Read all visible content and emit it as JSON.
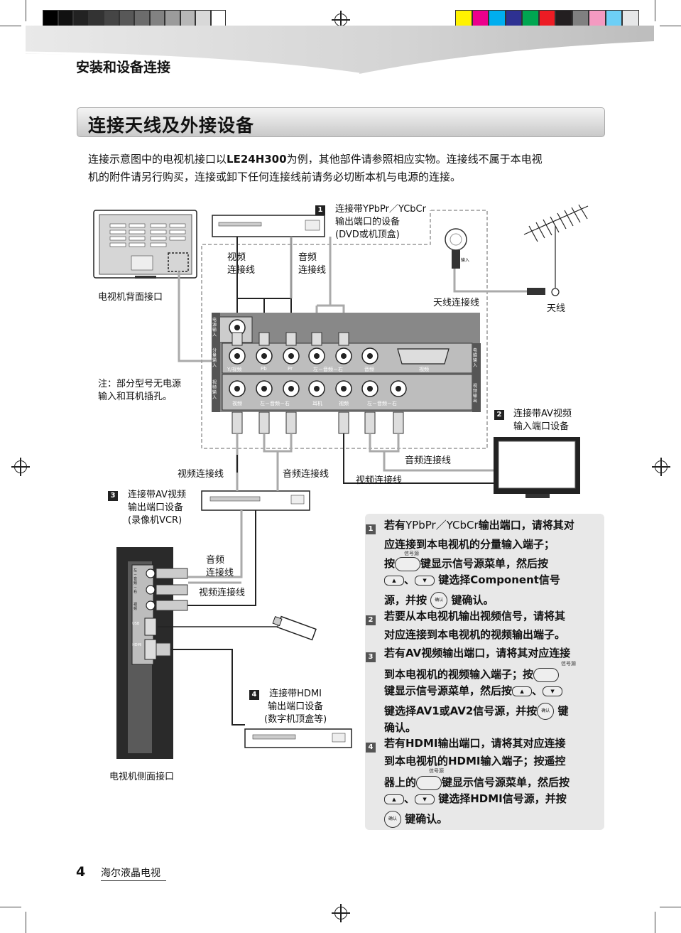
{
  "header": {
    "section_title": "安装和设备连接",
    "page_heading": "连接天线及外接设备",
    "swatches_gray": [
      "#000000",
      "#111111",
      "#222222",
      "#333333",
      "#454545",
      "#585858",
      "#6c6c6c",
      "#828282",
      "#9b9b9b",
      "#b7b7b7",
      "#d8d8d8",
      "#ffffff"
    ],
    "swatches_color": [
      "#fff200",
      "#ec008c",
      "#00aeef",
      "#2e3192",
      "#00a651",
      "#ed1c24",
      "#231f20",
      "#808080",
      "#f49ac1",
      "#6dcff6",
      "#e6e7e8"
    ]
  },
  "intro": {
    "line1_a": "连接示意图中的电视机接口以",
    "line1_model": "LE24H300",
    "line1_b": "为例，其他部件请参照相应实物。连接线不属于本电视",
    "line2": "机的附件请另行购买，连接或卸下任何连接线前请务必切断本机与电源的连接。"
  },
  "diagram": {
    "tv_back_label": "电视机背面接口",
    "device1_num": "1",
    "device1_lines": [
      "连接带YPbPr／YCbCr",
      "输出端口的设备",
      "(DVD或机顶盒)"
    ],
    "video_cable_top": [
      "视频",
      "连接线"
    ],
    "audio_cable_top": [
      "音频",
      "连接线"
    ],
    "antenna_cable": "天线连接线",
    "antenna": "天线",
    "antenna_port_label": "输入",
    "note_lines": [
      "注：部分型号无电源",
      "输入和耳机插孔。"
    ],
    "panel_left_labels": [
      "电源输入",
      "分量输入",
      "视频输入"
    ],
    "panel_right_labels": [
      "电脑输入",
      "视频输出"
    ],
    "panel_row1_labels": [
      "Y/视频",
      "Pb",
      "Pr",
      "左－音频－右",
      "音频",
      "视频"
    ],
    "panel_row2_labels": [
      "视频",
      "左－音频－右",
      "耳机",
      "视频",
      "左－音频－右"
    ],
    "device2_num": "2",
    "device2_lines": [
      "连接带AV视频",
      "输入端口设备"
    ],
    "audio_cable_right": "音频连接线",
    "video_cable_right": "视频连接线",
    "video_cable_mid": "视频连接线",
    "audio_cable_mid": "音频连接线",
    "device3_num": "3",
    "device3_lines": [
      "连接带AV视频",
      "输出端口设备",
      "(录像机VCR)"
    ],
    "side_audio_cable": [
      "音频",
      "连接线"
    ],
    "side_video_cable": "视频连接线",
    "side_panel_labels": [
      "左－音频－右",
      "视频",
      "USB",
      "HDMI"
    ],
    "device4_num": "4",
    "device4_lines": [
      "连接带HDMI",
      "输出端口设备",
      "(数字机顶盒等)"
    ],
    "tv_side_label": "电视机侧面接口"
  },
  "instructions": {
    "btn_source": "信号源",
    "btn_ok": "确认",
    "i1": {
      "num": "1",
      "a": "若有",
      "ypbpr": "YPbPr／YCbCr",
      "b": "输出端口，请将其对",
      "c": "应连接到本电视机的分量输入端子；",
      "d1": "按",
      "d2": "键显示信号源菜单，然后按",
      "e": "、",
      "f": "键选择Component信号",
      "g": "源，并按",
      "h": "键确认。"
    },
    "i2": {
      "num": "2",
      "a": "若要从本电视机输出视频信号，请将其",
      "b": "对应连接到本电视机的视频输出端子。"
    },
    "i3": {
      "num": "3",
      "a": "若有AV视频输出端口，请将其对应连接",
      "b": "到本电视机的视频输入端子；按",
      "c": "键显示信号源菜单，然后按",
      "d": "、",
      "e": "键选择AV1或AV2信号源，并按",
      "f": "键",
      "g": "确认。"
    },
    "i4": {
      "num": "4",
      "a": "若有HDMI输出端口，请将其对应连接",
      "b": "到本电视机的HDMI输入端子；按遥控",
      "c": "器上的",
      "d": "键显示信号源菜单，然后按",
      "e": "、",
      "f": "键选择HDMI信号源，并按",
      "g": "键确认。"
    }
  },
  "footer": {
    "page_number": "4",
    "brand": "海尔液晶电视"
  }
}
